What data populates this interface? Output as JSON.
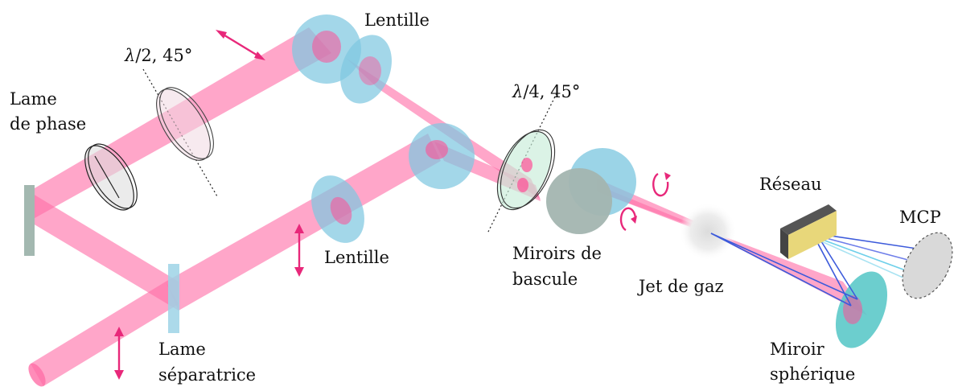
{
  "labels": {
    "lentille_top": "Lentille",
    "lambda2": "/2, 45°",
    "lambda_symbol": "λ",
    "lame_phase_1": "Lame",
    "lame_phase_2": "de phase",
    "lambda4": "/4, 45°",
    "reseau": "Réseau",
    "mcp": "MCP",
    "lentille_mid": "Lentille",
    "miroirs_1": "Miroirs de",
    "miroirs_2": "bascule",
    "jet": "Jet de gaz",
    "lame_sep_1": "Lame",
    "lame_sep_2": "séparatrice",
    "miroir_sph_1": "Miroir",
    "miroir_sph_2": "sphérique"
  },
  "colors": {
    "beam": "#ff6fa8",
    "lens": "#7fc8e0",
    "arrow": "#e8287a",
    "mirror": "#a3b8b0",
    "plate": "#9ed3e6",
    "grating_face": "#e8d77a",
    "grating_edge": "#555555",
    "spherical_mirror": "#5cc9c9",
    "tilt_mirror": "#a3b5b0",
    "xuv_blue": "#3d5bdb",
    "xuv_cyan": "#6fd0ea"
  },
  "icons": [
    "polarization-arrow-icon",
    "circular-polarization-icon"
  ]
}
